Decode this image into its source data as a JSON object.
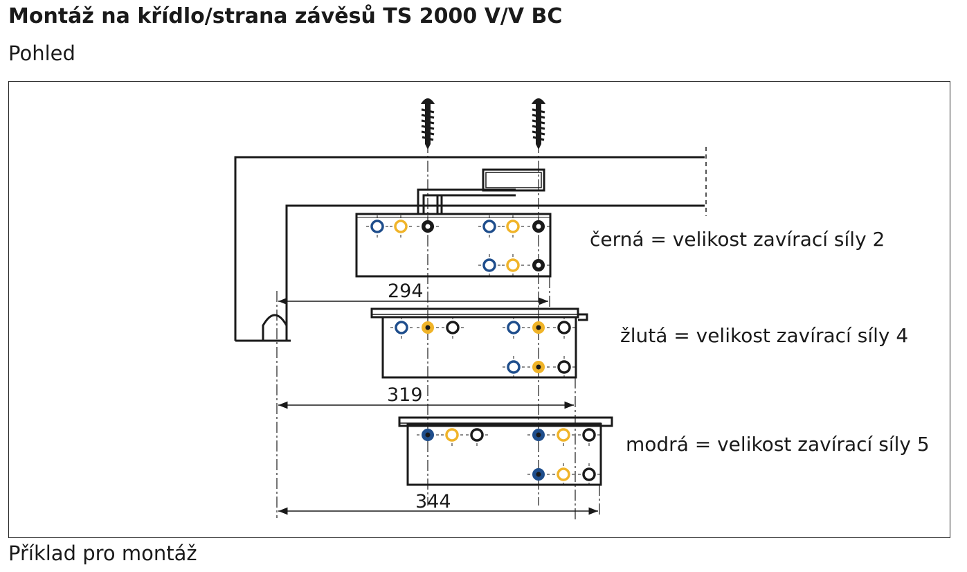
{
  "header": {
    "title": "Montáž na křídlo/strana závěsů TS 2000 V/V BC",
    "subtitle": "Pohled"
  },
  "footer": {
    "caption": "Příklad pro montáž"
  },
  "legend": {
    "black": "černá = velikost zavírací síly 2",
    "yellow": "žlutá = velikost zavírací síly 4",
    "blue": "modrá = velikost zavírací síly 5"
  },
  "dimensions": {
    "d1": "294",
    "d2": "319",
    "d3": "344"
  },
  "colors": {
    "blue": "#1f4e8c",
    "yellow": "#f0b429",
    "black": "#1a1a1a",
    "line": "#1a1a1a"
  }
}
